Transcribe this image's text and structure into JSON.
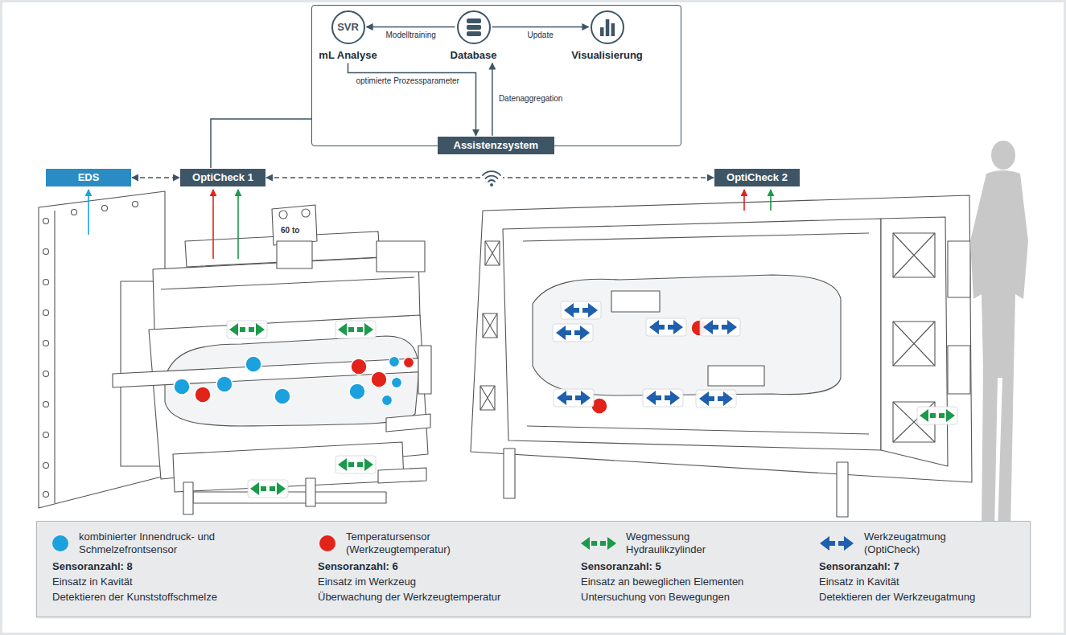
{
  "diagram": {
    "nodes": [
      {
        "text": [
          "Assistenzsystem"
        ]
      },
      {
        "text": [
          "SVR",
          "mL Analyse"
        ],
        "in": 0
      },
      {
        "text": [
          "Database"
        ],
        "in": 0
      },
      {
        "text": [
          "Visualisierung"
        ],
        "in": 0
      },
      {
        "text": [
          "EDS"
        ]
      },
      {
        "text": [
          "OptiCheck 1"
        ]
      },
      {
        "text": [
          "OptiCheck 2"
        ]
      }
    ],
    "edges": [
      {
        "from": 2,
        "to": 1,
        "arrow": "to",
        "label": "Modelltraining"
      },
      {
        "from": 2,
        "to": 3,
        "arrow": "to",
        "label": "Update"
      },
      {
        "from": 1,
        "to": 0,
        "arrow": "to",
        "label": "optimierte Prozessparameter"
      },
      {
        "from": 0,
        "to": 2,
        "arrow": "to",
        "label": "Datenaggregation"
      },
      {
        "from": 5,
        "to": 0,
        "arrow": "none"
      },
      {
        "from": 4,
        "to": 5,
        "arrow": "both"
      },
      {
        "from": 5,
        "to": 6,
        "arrow": "both"
      }
    ],
    "labels": [
      "60 to",
      "Sensoranzahl: 8",
      "Einsatz in Kavität",
      "Detektieren der Kunststoffschmelze",
      "Sensoranzahl: 6",
      "Einsatz im Werkzeug",
      "Überwachung der Werkzeugtemperatur",
      "Sensoranzahl: 5",
      "Einsatz an beweglichen Elementen",
      "Untersuchung von Bewegungen",
      "Sensoranzahl: 7",
      "Einsatz in Kavität",
      "Detektieren der Werkzeugatmung"
    ],
    "legend": [
      {
        "text": "kombinierter Innendruck- und Schmelzefrontsensor",
        "color": "#1ba1dd"
      },
      {
        "text": "Temperatursensor (Werkzeugtemperatur)",
        "color": "#e2231a"
      },
      {
        "text": "Wegmessung Hydraulikzylinder"
      },
      {
        "text": "Werkzeugatmung (OptiCheck)"
      }
    ]
  }
}
